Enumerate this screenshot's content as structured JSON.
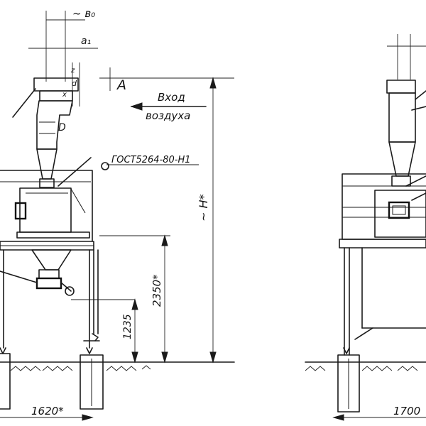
{
  "labels": {
    "b0": "~ в₀",
    "a1": "a₁",
    "z": "z",
    "d": "d",
    "a": "A",
    "d_cap": "D",
    "x": "x",
    "inlet_line1": "Вход",
    "inlet_line2": "воздуха",
    "gost": "ГОСТ5264-80-Н1",
    "height_h": "~ H*",
    "dim_2350": "2350*",
    "dim_1235": "1235",
    "dim_1620": "1620*",
    "dim_1700": "1700"
  }
}
